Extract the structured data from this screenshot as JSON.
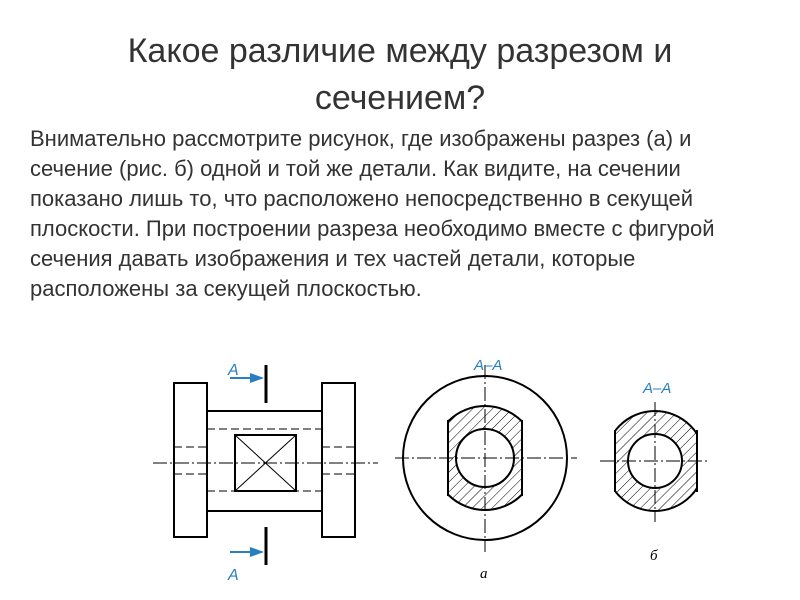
{
  "title": "Какое различие между разрезом и сечением?",
  "body": "Внимательно рассмотрите рисунок, где изображены разрез (а) и сечение (рис. б) одной и той же детали. Как видите, на сечении показано лишь то, что расположено непосредственно в секущей плоскости. При построении разреза необходимо вместе с фигурой сечения давать изображения и тех частей детали, которые расположены за секущей плоскостью.",
  "figure": {
    "cut_mark_top": "A",
    "cut_mark_bottom": "A",
    "label_section_a": "A–A",
    "label_section_b": "A–A",
    "caption_a": "а",
    "caption_b": "б",
    "accent_color": "#2a7fc1",
    "line_color": "#000000"
  }
}
